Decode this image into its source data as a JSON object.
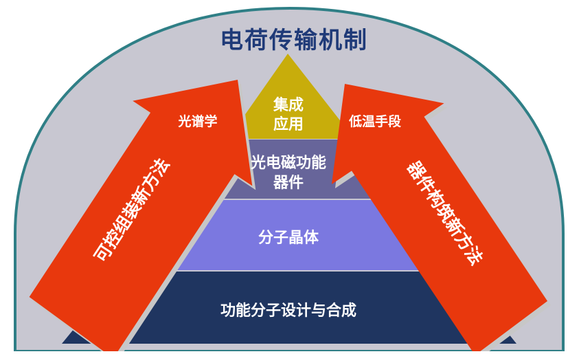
{
  "title": "电荷传输机制",
  "pyramid": {
    "levels": [
      {
        "lines": [
          "集成",
          "应用"
        ],
        "color": "#c8ad0b"
      },
      {
        "lines": [
          "光电磁功能",
          "器件"
        ],
        "color": "#67659a"
      },
      {
        "lines": [
          "分子晶体"
        ],
        "color": "#7b78e0"
      },
      {
        "lines": [
          "功能分子设计与合成"
        ],
        "color": "#1f3560"
      }
    ]
  },
  "arrows": {
    "left": {
      "label": "可控组装新方法",
      "side_label": "光谱学"
    },
    "right": {
      "label": "器件构筑新方法",
      "side_label": "低温手段"
    }
  },
  "colors": {
    "dome_fill": "#c8c7d1",
    "dome_border": "#2f7f86",
    "title_text": "#1f3a78",
    "arrow_fill": "#e8380d",
    "arrow_shadow": "#c7c7c7",
    "text_light": "#ffffff"
  }
}
